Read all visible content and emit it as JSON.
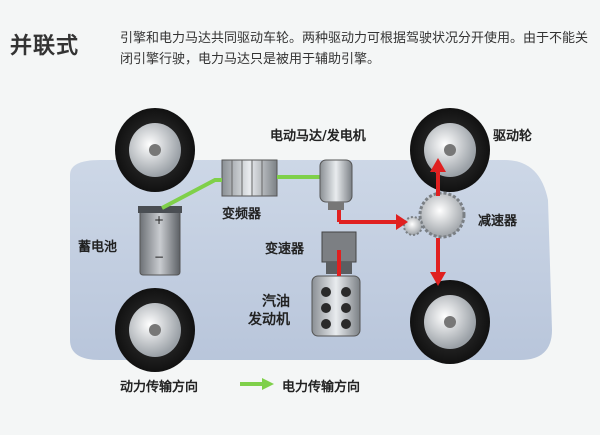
{
  "header": {
    "title": "并联式",
    "description": "引擎和电力马达共同驱动车轮。两种驱动力可根据驾驶状况分开使用。由于不能关闭引擎行驶，电力马达只是被用于辅助引擎。"
  },
  "components": {
    "motor_generator": "电动马达/发电机",
    "drive_wheel": "驱动轮",
    "inverter": "变频器",
    "battery": "蓄电池",
    "reducer": "减速器",
    "transmission": "变速器",
    "engine_line1": "汽油",
    "engine_line2": "发动机"
  },
  "battery_symbols": {
    "plus": "+",
    "minus": "−"
  },
  "legend": {
    "power_flow": "动力传输方向",
    "electric_flow": "电力传输方向"
  },
  "colors": {
    "power_arrow": "#e02020",
    "electric_line": "#7fd04a",
    "body": "#b8c6dc"
  }
}
